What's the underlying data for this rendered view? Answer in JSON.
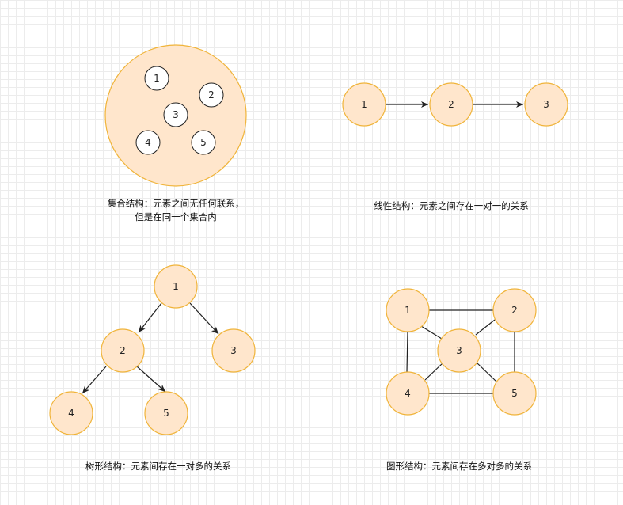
{
  "colors": {
    "node_fill": "#ffe6cc",
    "node_stroke": "#f0b43a",
    "inner_fill": "#ffffff",
    "inner_stroke": "#222222",
    "edge": "#222222"
  },
  "diagrams": {
    "set": {
      "nodes": [
        "1",
        "2",
        "3",
        "4",
        "5"
      ],
      "caption_line1": "集合结构：元素之间无任何联系，",
      "caption_line2": "但是在同一个集合内"
    },
    "linear": {
      "nodes": [
        "1",
        "2",
        "3"
      ],
      "caption": "线性结构：元素之间存在一对一的关系"
    },
    "tree": {
      "nodes": [
        "1",
        "2",
        "3",
        "4",
        "5"
      ],
      "caption": "树形结构：元素间存在一对多的关系"
    },
    "graph": {
      "nodes": [
        "1",
        "2",
        "3",
        "4",
        "5"
      ],
      "caption": "图形结构：元素间存在多对多的关系"
    }
  }
}
